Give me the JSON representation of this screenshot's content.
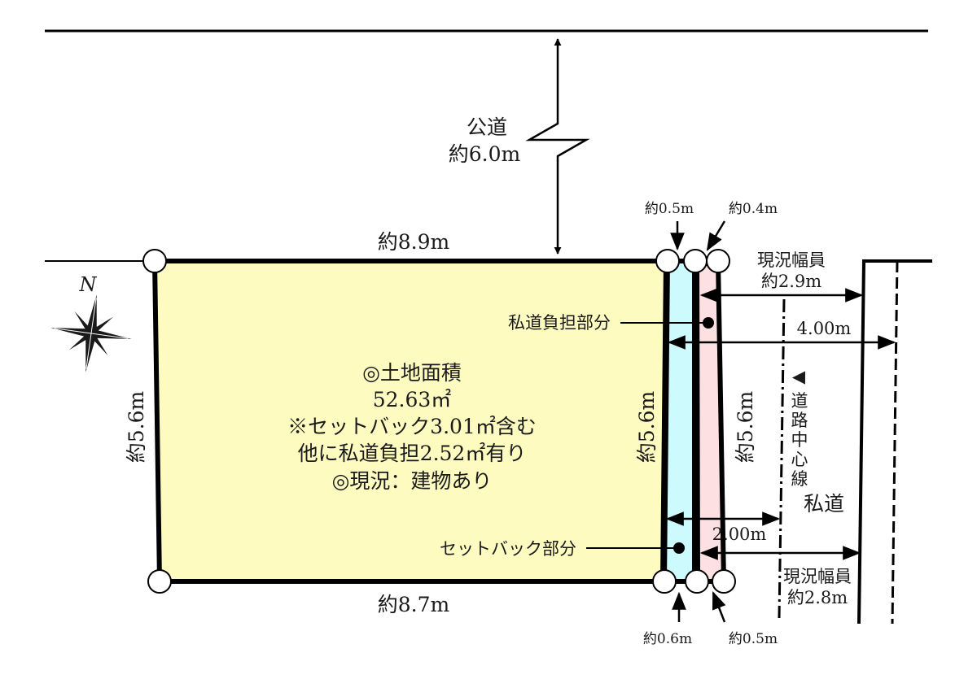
{
  "colors": {
    "lot_fill": "#fdfbc0",
    "setback_fill": "#cdfafc",
    "private_burden_fill": "#fde0e2",
    "line": "#000000"
  },
  "public_road": {
    "name": "公道",
    "width": "約6.0m"
  },
  "lot": {
    "top_edge": "約8.9m",
    "bottom_edge": "約8.7m",
    "left_edge": "約5.6m",
    "right_edge": "約5.6m",
    "info_lines": [
      "◎土地面積",
      "52.63㎡",
      "※セットバック3.01㎡含む",
      "他に私道負担2.52㎡有り",
      "◎現況：建物あり"
    ]
  },
  "strips": {
    "setback_label": "セットバック部分",
    "private_burden_label": "私道負担部分",
    "outer_edge_length": "約5.6m",
    "top_setback_width": "約0.5m",
    "top_burden_width": "約0.4m",
    "bottom_setback_width": "約0.6m",
    "bottom_burden_width": "約0.5m"
  },
  "private_road": {
    "name": "私道",
    "centerline_label": "道路中心線",
    "centerline_marker": "◀",
    "current_width_top_title": "現況幅員",
    "current_width_top_value": "約2.9m",
    "current_width_bottom_title": "現況幅員",
    "current_width_bottom_value": "約2.8m",
    "required_width": "4.00m",
    "half_width": "2.00m"
  },
  "compass": {
    "north_label": "N"
  }
}
